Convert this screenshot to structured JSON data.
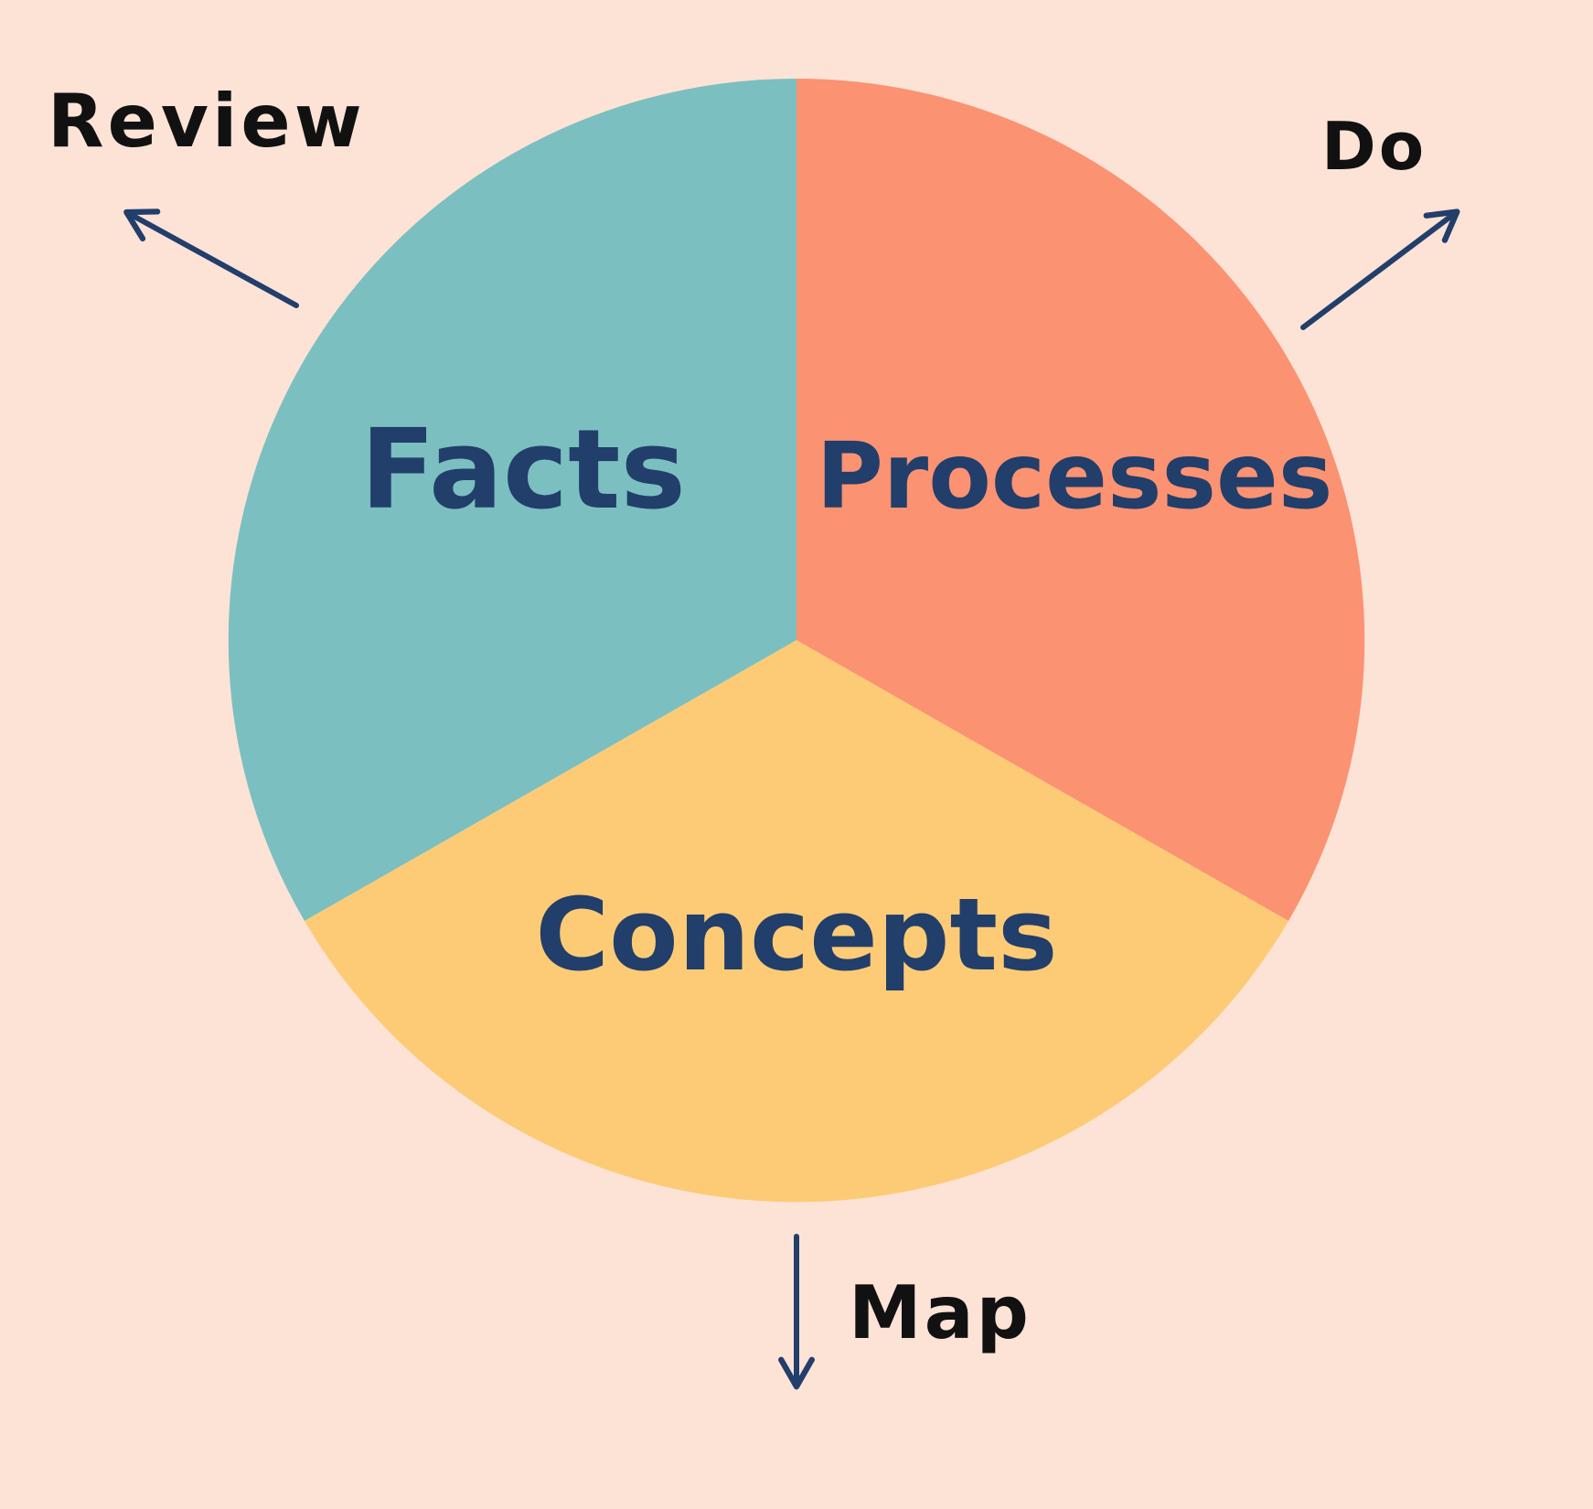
{
  "diagram": {
    "segments": [
      {
        "id": "facts",
        "label": "Facts",
        "color": "#7BBFC1"
      },
      {
        "id": "processes",
        "label": "Processes",
        "color": "#FB9272"
      },
      {
        "id": "concepts",
        "label": "Concepts",
        "color": "#FDCB76"
      }
    ],
    "actions": [
      {
        "id": "review",
        "label": "Review",
        "arrow_color": "#223E6A"
      },
      {
        "id": "do",
        "label": "Do",
        "arrow_color": "#223E6A"
      },
      {
        "id": "map",
        "label": "Map",
        "arrow_color": "#223E6A"
      }
    ],
    "background_color": "#FCE3D6",
    "label_color": "#223E6A"
  }
}
